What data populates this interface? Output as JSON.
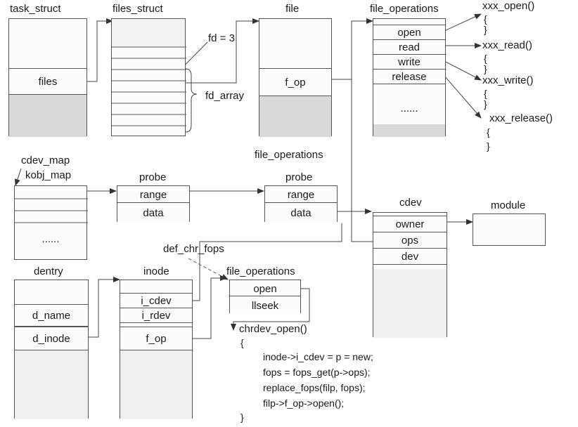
{
  "task_struct": {
    "title": "task_struct",
    "files": "files"
  },
  "files_struct": {
    "title": "files_struct",
    "fd_label": "fd = 3",
    "fd_array_label": "fd_array"
  },
  "file": {
    "title": "file",
    "f_op": "f_op"
  },
  "fops_top": {
    "title": "file_operations",
    "items": [
      "open",
      "read",
      "write",
      "release"
    ],
    "more": "......"
  },
  "xxx_funcs": {
    "open": "xxx_open()",
    "read": "xxx_read()",
    "write": "xxx_write()",
    "release": "xxx_release()",
    "open_brace": "{",
    "close_brace": "}"
  },
  "cdev_map": {
    "label": "cdev_map",
    "kobj_map": "kobj_map",
    "more": "......"
  },
  "probe_left": {
    "title": "probe",
    "range": "range",
    "data": "data"
  },
  "probe_right": {
    "title": "probe",
    "range": "range",
    "data": "data",
    "caption": "file_operations"
  },
  "cdev": {
    "title": "cdev",
    "owner": "owner",
    "ops": "ops",
    "dev": "dev"
  },
  "module": {
    "title": "module"
  },
  "dentry": {
    "title": "dentry",
    "d_name": "d_name",
    "d_inode": "d_inode"
  },
  "inode": {
    "title": "inode",
    "i_cdev": "i_cdev",
    "i_rdev": "i_rdev",
    "f_op": "f_op"
  },
  "def_chr_fops": {
    "label": "def_chr_fops"
  },
  "fops_bottom": {
    "title": "file_operations",
    "open": "open",
    "llseek": "llseek"
  },
  "chrdev_open": {
    "signature": "chrdev_open()",
    "open_brace": "{",
    "lines": [
      "inode->i_cdev = p = new;",
      "fops = fops_get(p->ops);",
      "replace_fops(filp, fops);",
      "filp->f_op->open();"
    ],
    "close_brace": "}"
  },
  "colors": {
    "band": "#d9d9d9",
    "line": "#555555",
    "arrow": "#333333"
  }
}
